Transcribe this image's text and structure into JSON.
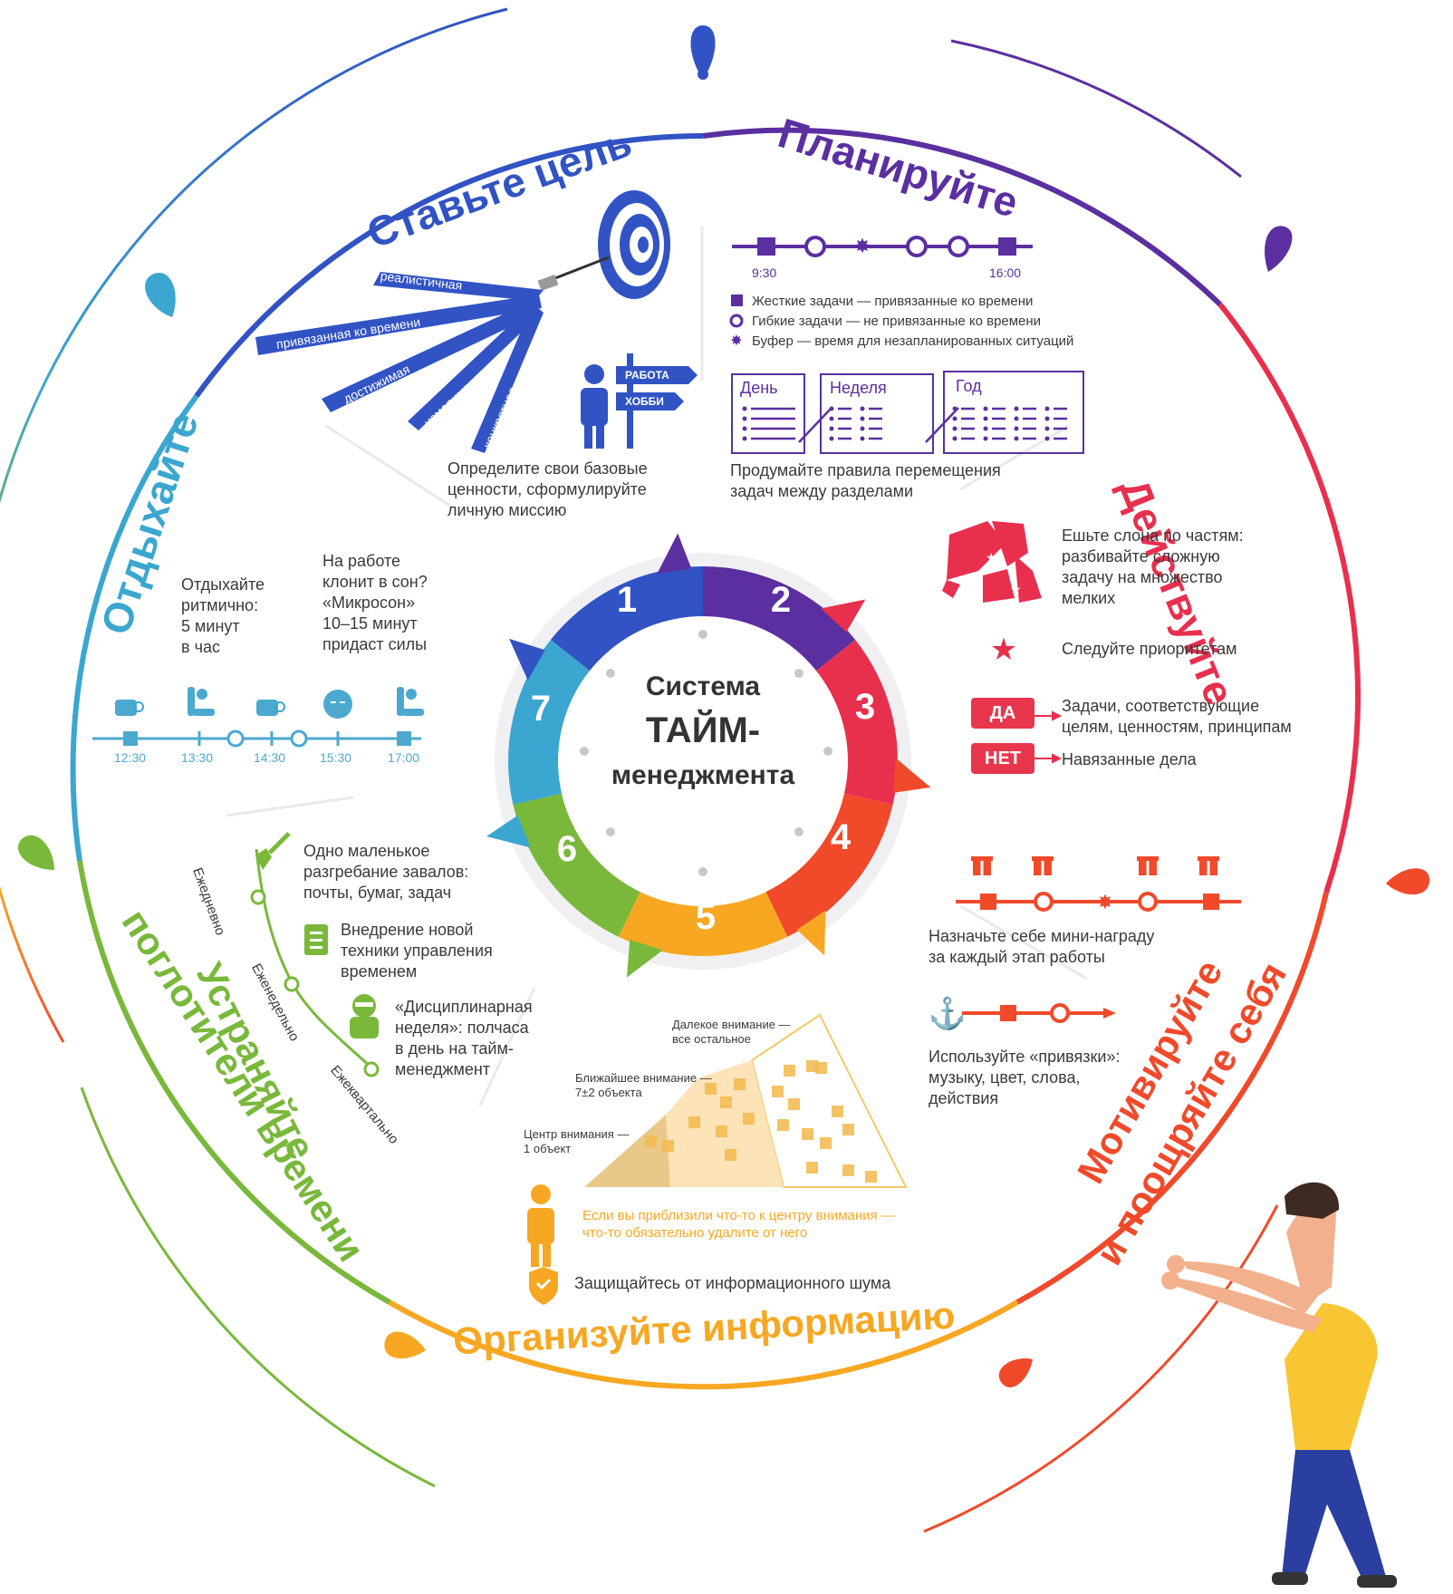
{
  "center": {
    "line1": "Система",
    "line2": "ТАЙМ-",
    "line3": "менеджмента"
  },
  "sector_numbers": [
    "1",
    "2",
    "3",
    "4",
    "5",
    "6",
    "7"
  ],
  "colors": {
    "s1": "#3153c4",
    "s2": "#5b2fa0",
    "s3": "#e8304e",
    "s4": "#f04a2b",
    "s5": "#f7a722",
    "s6": "#79b83b",
    "s7": "#3ba6d0"
  },
  "titles": {
    "goal": "Ставьте цель",
    "plan": "Планируйте",
    "act": "Действуйте",
    "motivate_1": "Мотивируйте",
    "motivate_2": "и поощряйте себя",
    "organize": "Организуйте информацию",
    "eliminate_1": "Устраняйте",
    "eliminate_2": "поглотители времени",
    "rest": "Отдыхайте"
  },
  "goal": {
    "rays": [
      "реалистичная",
      "привязанная ко времени",
      "достижимая",
      "измеримая",
      "конкретная"
    ],
    "signs": [
      "РАБОТА",
      "ХОББИ"
    ],
    "values_text": [
      "Определите свои базовые",
      "ценности, сформулируйте",
      "личную миссию"
    ]
  },
  "plan": {
    "time_start": "9:30",
    "time_end": "16:00",
    "legend": [
      "Жесткие задачи — привязанные ко времени",
      "Гибкие задачи — не привязанные ко времени",
      "Буфер — время для незапланированных ситуаций"
    ],
    "boxes": [
      "День",
      "Неделя",
      "Год"
    ],
    "rules_text": [
      "Продумайте правила перемещения",
      "задач между разделами"
    ]
  },
  "act": {
    "elephant_text": [
      "Ешьте слона по частям:",
      "разбивайте сложную",
      "задачу на множество",
      "мелких"
    ],
    "priorities": "Следуйте приоритетам",
    "yes": "ДА",
    "yes_text": [
      "Задачи, соответствующие",
      "целям, ценностям, принципам"
    ],
    "no": "НЕТ",
    "no_text": "Навязанные дела"
  },
  "motivate": {
    "reward_text": [
      "Назначьте себе мини-награду",
      "за каждый этап работы"
    ],
    "anchors_text": [
      "Используйте «привязки»:",
      "музыку, цвет, слова,",
      "действия"
    ]
  },
  "organize": {
    "far": [
      "Далекое внимание —",
      "все остальное"
    ],
    "near": [
      "Ближайшее внимание —",
      "7±2 объекта"
    ],
    "center": [
      "Центр внимания —",
      "1 объект"
    ],
    "rule": [
      "Если вы приблизили что-то к центру внимания —",
      "что-то обязательно удалите от него"
    ],
    "noise": "Защищайтесь от информационного шума"
  },
  "eliminate": {
    "periods": [
      "Ежедневно",
      "Еженедельно",
      "Ежеквартально"
    ],
    "items": [
      [
        "Одно маленькое",
        "разгребание завалов:",
        "почты, бумаг, задач"
      ],
      [
        "Внедрение новой",
        "техники управления",
        "временем"
      ],
      [
        "«Дисциплинарная",
        "неделя»: полчаса",
        "в день на тайм-",
        "менеджмент"
      ]
    ]
  },
  "rest": {
    "rhythm": [
      "Отдыхайте",
      "ритмично:",
      "5 минут",
      "в час"
    ],
    "nap": [
      "На работе",
      "клонит в сон?",
      "«Микросон»",
      "10–15 минут",
      "придаст силы"
    ],
    "times": [
      "12:30",
      "13:30",
      "14:30",
      "15:30",
      "17:00"
    ]
  }
}
